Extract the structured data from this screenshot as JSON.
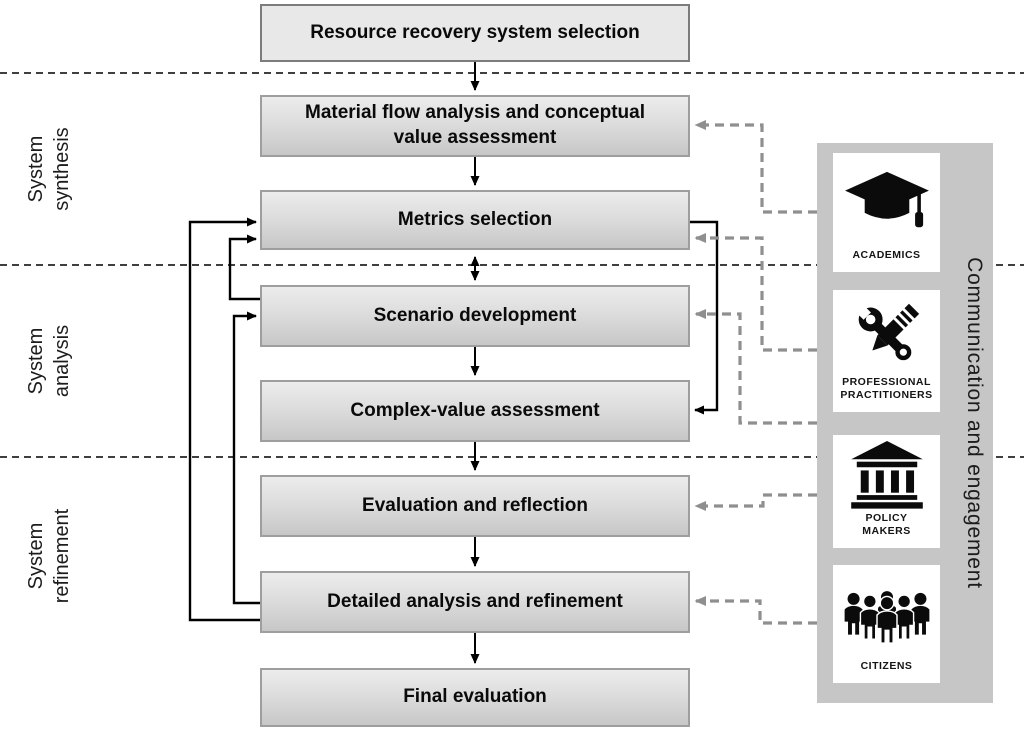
{
  "diagram": {
    "title_box": {
      "label": "Resource recovery system selection"
    },
    "flow_boxes": [
      {
        "label": "Material flow analysis and conceptual value assessment"
      },
      {
        "label": "Metrics selection"
      },
      {
        "label": "Scenario development"
      },
      {
        "label": "Complex-value assessment"
      },
      {
        "label": "Evaluation and reflection"
      },
      {
        "label": "Detailed analysis and refinement"
      },
      {
        "label": "Final evaluation"
      }
    ],
    "phase_labels": [
      {
        "label": "System\nsynthesis"
      },
      {
        "label": "System\nanalysis"
      },
      {
        "label": "System\nrefinement"
      }
    ],
    "stakeholder_panel": {
      "title": "Communication and engagement",
      "items": [
        {
          "label": "ACADEMICS",
          "icon": "graduation-cap"
        },
        {
          "label": "PROFESSIONAL\nPRACTITIONERS",
          "icon": "wrench-and-pencil"
        },
        {
          "label": "POLICY\nMAKERS",
          "icon": "government-building"
        },
        {
          "label": "CITIZENS",
          "icon": "people-crowd"
        }
      ]
    },
    "colors": {
      "box_fill_top": "#ececec",
      "box_fill_bottom": "#c7c7c7",
      "box_border": "#9e9e9e",
      "title_box_fill": "#e8e8e8",
      "title_box_border": "#7c7c7c",
      "panel_fill": "#c6c6c6",
      "dashed_connector": "#8f8f8f",
      "divider": "#3f3f3f",
      "solid_connector": "#000000"
    }
  }
}
